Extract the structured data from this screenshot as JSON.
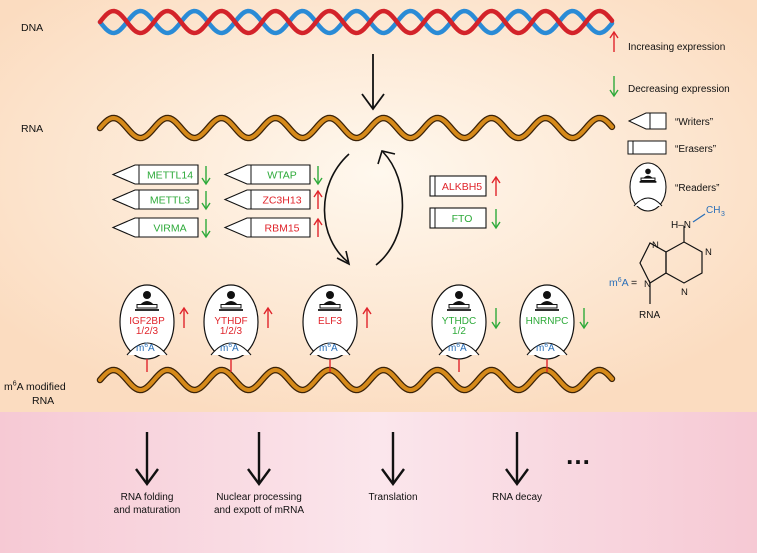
{
  "colors": {
    "top_bg": "#fbdcc0",
    "top_center": "#fff8ee",
    "bottom_bg": "#f8d3dc",
    "dna_red": "#d3232a",
    "dna_blue": "#2a8bd6",
    "rna_fill": "#d68a1a",
    "rna_edge": "#3a2208",
    "up_red": "#e0242b",
    "down_green": "#2eaa3a",
    "m6a_blue": "#2a6fb8"
  },
  "labels": {
    "dna": "DNA",
    "rna": "RNA",
    "modified_line1": "m6A modified",
    "modified_line2": "RNA"
  },
  "legend": {
    "increasing": "Increasing  expression",
    "decreasing": "Decreasing expression",
    "writers": "“Writers”",
    "erasers": "“Erasers”",
    "readers": "“Readers”"
  },
  "m6a_structure": {
    "methyl": "CH",
    "methyl_sub": "3",
    "nh": "H–N",
    "n_atoms": [
      "N",
      "N",
      "N",
      "N"
    ],
    "rna": "RNA",
    "eq_label": "m6A ="
  },
  "writers": [
    {
      "name": "METTL14",
      "trend": "down"
    },
    {
      "name": "WTAP",
      "trend": "down"
    },
    {
      "name": "METTL3",
      "trend": "down"
    },
    {
      "name": "ZC3H13",
      "trend": "up"
    },
    {
      "name": "VIRMA",
      "trend": "down"
    },
    {
      "name": "RBM15",
      "trend": "up"
    }
  ],
  "erasers": [
    {
      "name": "ALKBH5",
      "trend": "up"
    },
    {
      "name": "FTO",
      "trend": "down"
    }
  ],
  "readers": [
    {
      "name_lines": [
        "IGF2BP",
        "1/2/3"
      ],
      "trend": "up",
      "site": "m6A"
    },
    {
      "name_lines": [
        "YTHDF",
        "1/2/3"
      ],
      "trend": "up",
      "site": "m6A"
    },
    {
      "name_lines": [
        "ELF3"
      ],
      "trend": "up",
      "site": "m6A"
    },
    {
      "name_lines": [
        "YTHDC",
        "1/2"
      ],
      "trend": "down",
      "site": "m6A"
    },
    {
      "name_lines": [
        "HNRNPC"
      ],
      "trend": "down",
      "site": "m6A"
    }
  ],
  "outcomes": [
    {
      "lines": [
        "RNA folding",
        "and maturation"
      ]
    },
    {
      "lines": [
        "Nuclear processing",
        "and expott of  mRNA"
      ]
    },
    {
      "lines": [
        "Translation"
      ]
    },
    {
      "lines": [
        "RNA decay"
      ]
    }
  ],
  "ellipsis": "…"
}
